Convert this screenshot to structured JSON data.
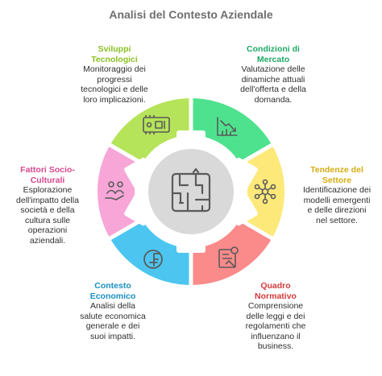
{
  "title": "Analisi del Contesto Aziendale",
  "colors": {
    "green_light": "#b5e45a",
    "green": "#4fe28e",
    "yellow": "#fde97a",
    "red": "#fb8a8a",
    "salmon": "#fa7a72",
    "blue": "#4cc6f0",
    "pink": "#f7a6d7",
    "center": "#d9d9d9",
    "icon": "#5a5a5a"
  },
  "segments": [
    {
      "id": "sviluppi",
      "heading": "Sviluppi\nTecnologici",
      "body": "Monitoraggio dei\nprogressi\ntecnologici e delle\nloro implicazioni.",
      "heading_color": "#8bbf22",
      "icon": "circuit-board-icon"
    },
    {
      "id": "condizioni",
      "heading": "Condizioni di\nMercato",
      "body": "Valutazione delle\ndinamiche attuali\ndell'offerta e della\ndomanda.",
      "heading_color": "#1fa866",
      "icon": "trend-chart-icon"
    },
    {
      "id": "tendenze",
      "heading": "Tendenze del\nSettore",
      "body": "Identificazione dei\nmodelli emergenti\ne delle direzioni\nnel settore.",
      "heading_color": "#d6ac11",
      "icon": "network-icon"
    },
    {
      "id": "quadro",
      "heading": "Quadro\nNormativo",
      "body": "Comprensione\ndelle leggi e dei\nregolamenti che\ninfluenzano il\nbusiness.",
      "heading_color": "#d43a3a",
      "icon": "legal-document-icon"
    },
    {
      "id": "contesto",
      "heading": "Contesto\nEconomico",
      "body": "Analisi della\nsalute economica\ngenerale e dei\nsuoi impatti.",
      "heading_color": "#1a8fc1",
      "icon": "franc-currency-icon"
    },
    {
      "id": "fattori",
      "heading": "Fattori Socio-\nCulturali",
      "body": "Esplorazione\ndell'impatto della\nsocietà e della\ncultura sulle\noperazioni\naziendali.",
      "heading_color": "#d6488f",
      "icon": "people-care-icon"
    }
  ],
  "center_icon": "maze-icon"
}
